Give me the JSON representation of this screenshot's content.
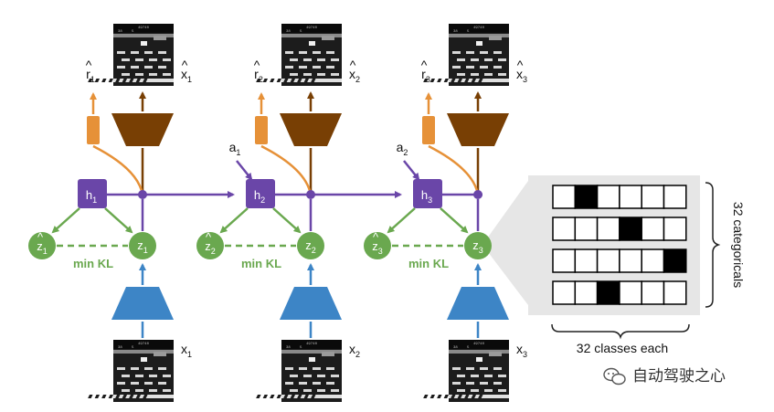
{
  "colors": {
    "green": "#6aa84f",
    "purple": "#6a46a8",
    "orange": "#e69138",
    "brown": "#783f04",
    "blue": "#3d85c6",
    "panel": "#e6e6e6"
  },
  "steps": [
    {
      "h": "h",
      "h_sub": "1",
      "z": "z",
      "z_sub": "1",
      "zhat": "z",
      "zhat_sub": "1",
      "r": "r",
      "r_sub": "1",
      "xhat": "x",
      "xhat_sub": "1",
      "x": "x",
      "x_sub": "1",
      "action": "",
      "action_sub": "",
      "min_kl": "min KL"
    },
    {
      "h": "h",
      "h_sub": "2",
      "z": "z",
      "z_sub": "2",
      "zhat": "z",
      "zhat_sub": "2",
      "r": "r",
      "r_sub": "2",
      "xhat": "x",
      "xhat_sub": "2",
      "x": "x",
      "x_sub": "2",
      "action": "a",
      "action_sub": "1",
      "min_kl": "min KL"
    },
    {
      "h": "h",
      "h_sub": "3",
      "z": "z",
      "z_sub": "3",
      "zhat": "z",
      "zhat_sub": "3",
      "r": "r",
      "r_sub": "3",
      "xhat": "x",
      "xhat_sub": "3",
      "x": "x",
      "x_sub": "3",
      "action": "a",
      "action_sub": "2",
      "min_kl": "min KL"
    }
  ],
  "categorical_panel": {
    "side_label": "32 categoricals",
    "bottom_label": "32 classes each",
    "rows": [
      {
        "selected": 1
      },
      {
        "selected": 3
      },
      {
        "selected": 5
      },
      {
        "selected": 2
      }
    ],
    "classes_per_row_shown": 6
  },
  "frame_text": {
    "top_line": "49740",
    "bottom_left": "38",
    "bottom_right": "5"
  },
  "watermark": {
    "text": "自动驾驶之心",
    "icon": "wechat-icon"
  }
}
